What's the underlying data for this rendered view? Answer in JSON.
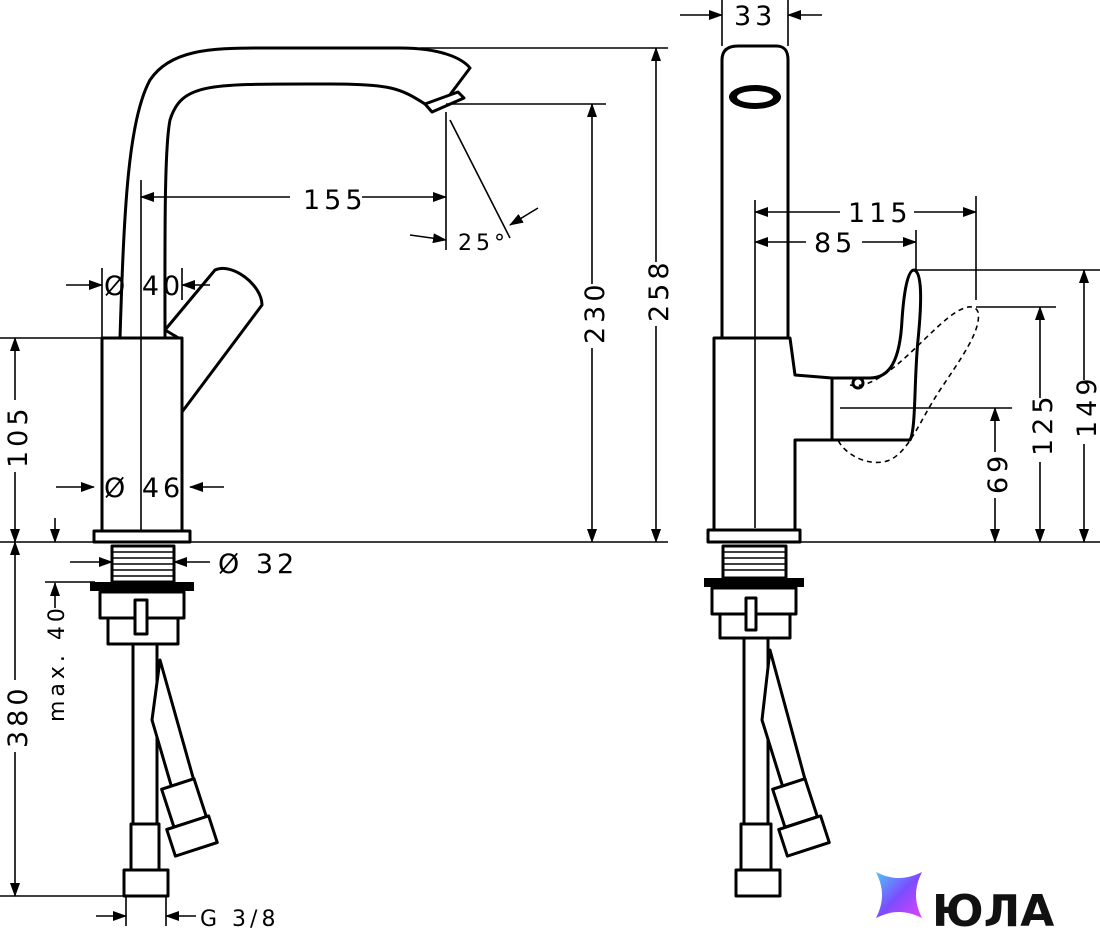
{
  "front_view": {
    "spout_reach": "155",
    "spray_angle": "25°",
    "lever_diameter": "Ø 40",
    "body_diameter": "Ø 46",
    "body_height": "105",
    "shank_diameter": "Ø 32",
    "max_counter_thickness": "max. 40",
    "hose_length": "380",
    "connection_thread": "G 3/8",
    "outlet_height": "230",
    "total_height": "258"
  },
  "side_view": {
    "spout_width": "33",
    "handle_reach_max": "115",
    "handle_reach": "85",
    "handle_height": "69",
    "handle_tip_height": "125",
    "handle_open_height": "149"
  },
  "brand": {
    "name": "ЮЛА",
    "logo_colors": [
      "#4fc3f7",
      "#7c4dff",
      "#e040fb"
    ]
  }
}
